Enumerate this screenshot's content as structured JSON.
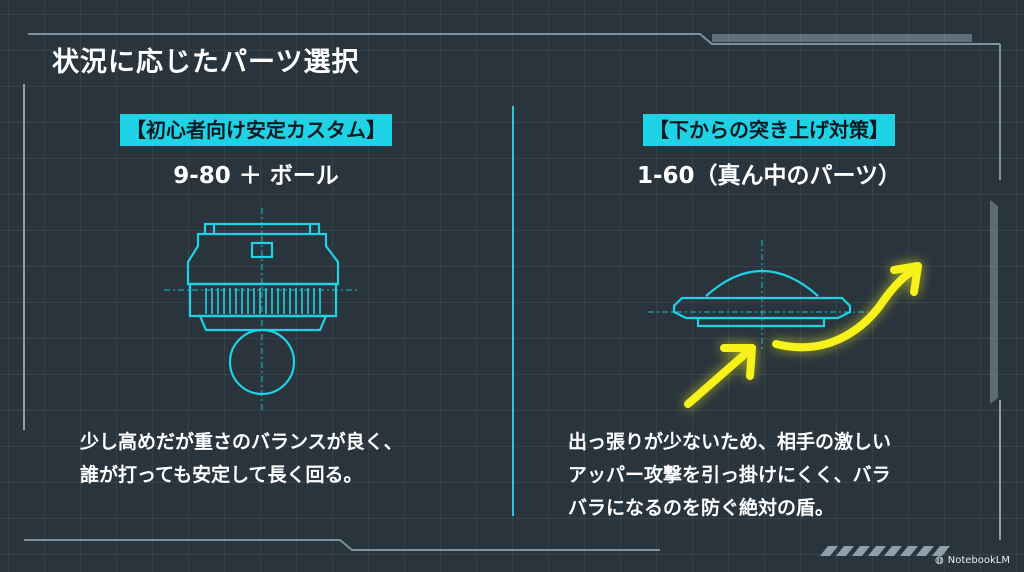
{
  "title": "状況に応じたパーツ選択",
  "left": {
    "badge": "【初心者向け安定カスタム】",
    "subtitle": "9-80 ＋ ボール",
    "desc_line1": "少し高めだが重さのバランスが良く、",
    "desc_line2": "誰が打っても安定して長く回る。"
  },
  "right": {
    "badge": "【下からの突き上げ対策】",
    "subtitle": "1-60（真ん中のパーツ）",
    "desc_line1": "出っ張りが少ないため、相手の激しい",
    "desc_line2": "アッパー攻撃を引っ掛けにくく、バラ",
    "desc_line3": "バラになるのを防ぐ絶対の盾。"
  },
  "credit": "NotebookLM",
  "colors": {
    "background": "#29343d",
    "accent_cyan": "#1ed3e6",
    "arrow_yellow": "#f6f21a",
    "text": "#ffffff"
  },
  "icons": {
    "left_diagram": "ball-tip-part-icon",
    "right_diagram": "flat-dome-part-icon",
    "arrow_in": "upward-attack-arrow-icon",
    "arrow_out": "deflected-arrow-icon",
    "credit_icon": "notebooklm-logo-icon"
  }
}
